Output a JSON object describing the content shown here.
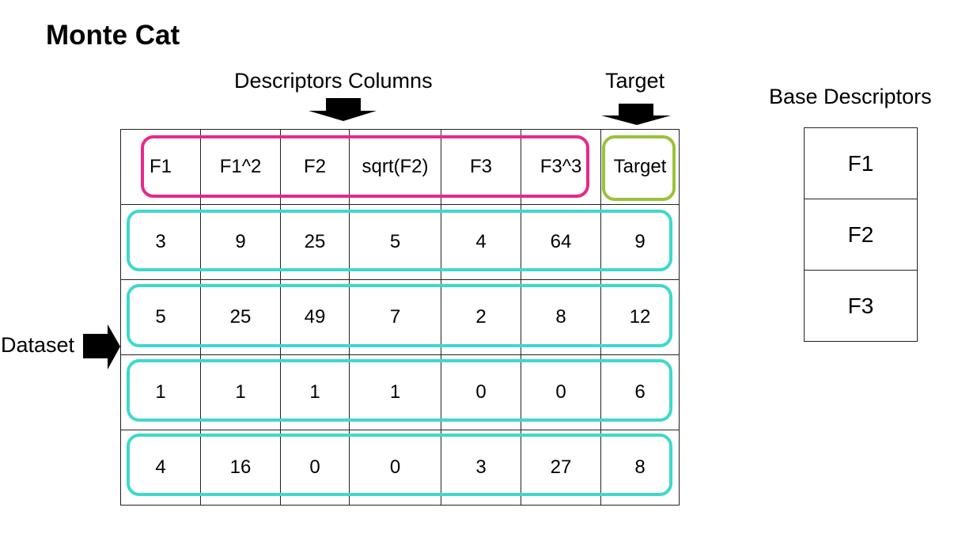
{
  "title": "Monte Cat",
  "labels": {
    "descriptors_columns": "Descriptors Columns",
    "target": "Target",
    "base_descriptors": "Base Descriptors",
    "dataset": "Dataset"
  },
  "table": {
    "headers": [
      "F1",
      "F1^2",
      "F2",
      "sqrt(F2)",
      "F3",
      "F3^3",
      "Target"
    ],
    "rows": [
      [
        "3",
        "9",
        "25",
        "5",
        "4",
        "64",
        "9"
      ],
      [
        "5",
        "25",
        "49",
        "7",
        "2",
        "8",
        "12"
      ],
      [
        "1",
        "1",
        "1",
        "1",
        "0",
        "0",
        "6"
      ],
      [
        "4",
        "16",
        "0",
        "0",
        "3",
        "27",
        "8"
      ]
    ]
  },
  "base_descriptors": [
    "F1",
    "F2",
    "F3"
  ],
  "colors": {
    "descriptors_outline": "#e8288a",
    "target_outline": "#9ac23c",
    "row_outline": "#3fd8cc",
    "arrow": "#000000"
  }
}
